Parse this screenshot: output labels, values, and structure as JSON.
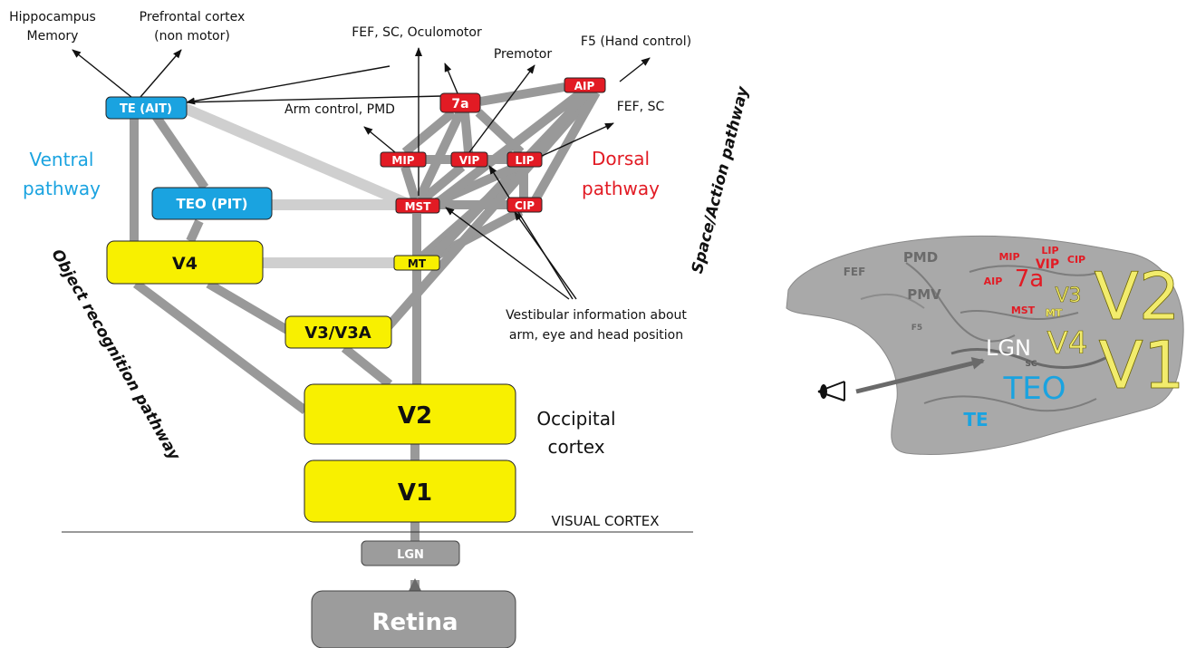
{
  "colors": {
    "ventral": "#1aa3e0",
    "dorsal": "#e21b24",
    "early": "#f8f000",
    "subcortical": "#9c9c9c",
    "strong_link": "#999999",
    "weak_link": "#cfcfcf",
    "brain_text_gray": "#6b6b6b",
    "brain_yellow": "#f2ec6c"
  },
  "areas": {
    "te_ait": "TE (AIT)",
    "teo_pit": "TEO (PIT)",
    "v4": "V4",
    "v3_v3a": "V3/V3A",
    "v2": "V2",
    "v1": "V1",
    "lgn": "LGN",
    "retina": "Retina",
    "mt": "MT",
    "mst": "MST",
    "mip": "MIP",
    "vip": "VIP",
    "lip": "LIP",
    "cip": "CIP",
    "a7": "7a",
    "aip": "AIP"
  },
  "targets": {
    "hippocampus_line1": "Hippocampus",
    "hippocampus_line2": "Memory",
    "prefrontal_line1": "Prefrontal cortex",
    "prefrontal_line2": "(non motor)",
    "fef_sc_oculomotor": "FEF, SC, Oculomotor",
    "premotor": "Premotor",
    "f5_hand": "F5 (Hand control)",
    "arm_control": "Arm control, PMD",
    "fef_sc": "FEF, SC"
  },
  "labels": {
    "ventral_line1": "Ventral",
    "ventral_line2": "pathway",
    "dorsal_line1": "Dorsal",
    "dorsal_line2": "pathway",
    "space_action": "Space/Action pathway",
    "object_recognition": "Object recognition pathway",
    "vestibular_line1": "Vestibular information about",
    "vestibular_line2": "arm, eye and head position",
    "occipital_line1": "Occipital",
    "occipital_line2": "cortex",
    "visual_cortex": "VISUAL CORTEX"
  },
  "brain": {
    "fef": "FEF",
    "pmd": "PMD",
    "pmv": "PMV",
    "f5": "F5",
    "mip": "MIP",
    "lip": "LIP",
    "vip": "VIP",
    "cip": "CIP",
    "a7": "7a",
    "aip": "AIP",
    "mst": "MST",
    "mt": "MT",
    "v3": "V3",
    "v2": "V2",
    "v4": "V4",
    "v1": "V1",
    "lgn": "LGN",
    "sc": "SC",
    "teo": "TEO",
    "te": "TE"
  }
}
